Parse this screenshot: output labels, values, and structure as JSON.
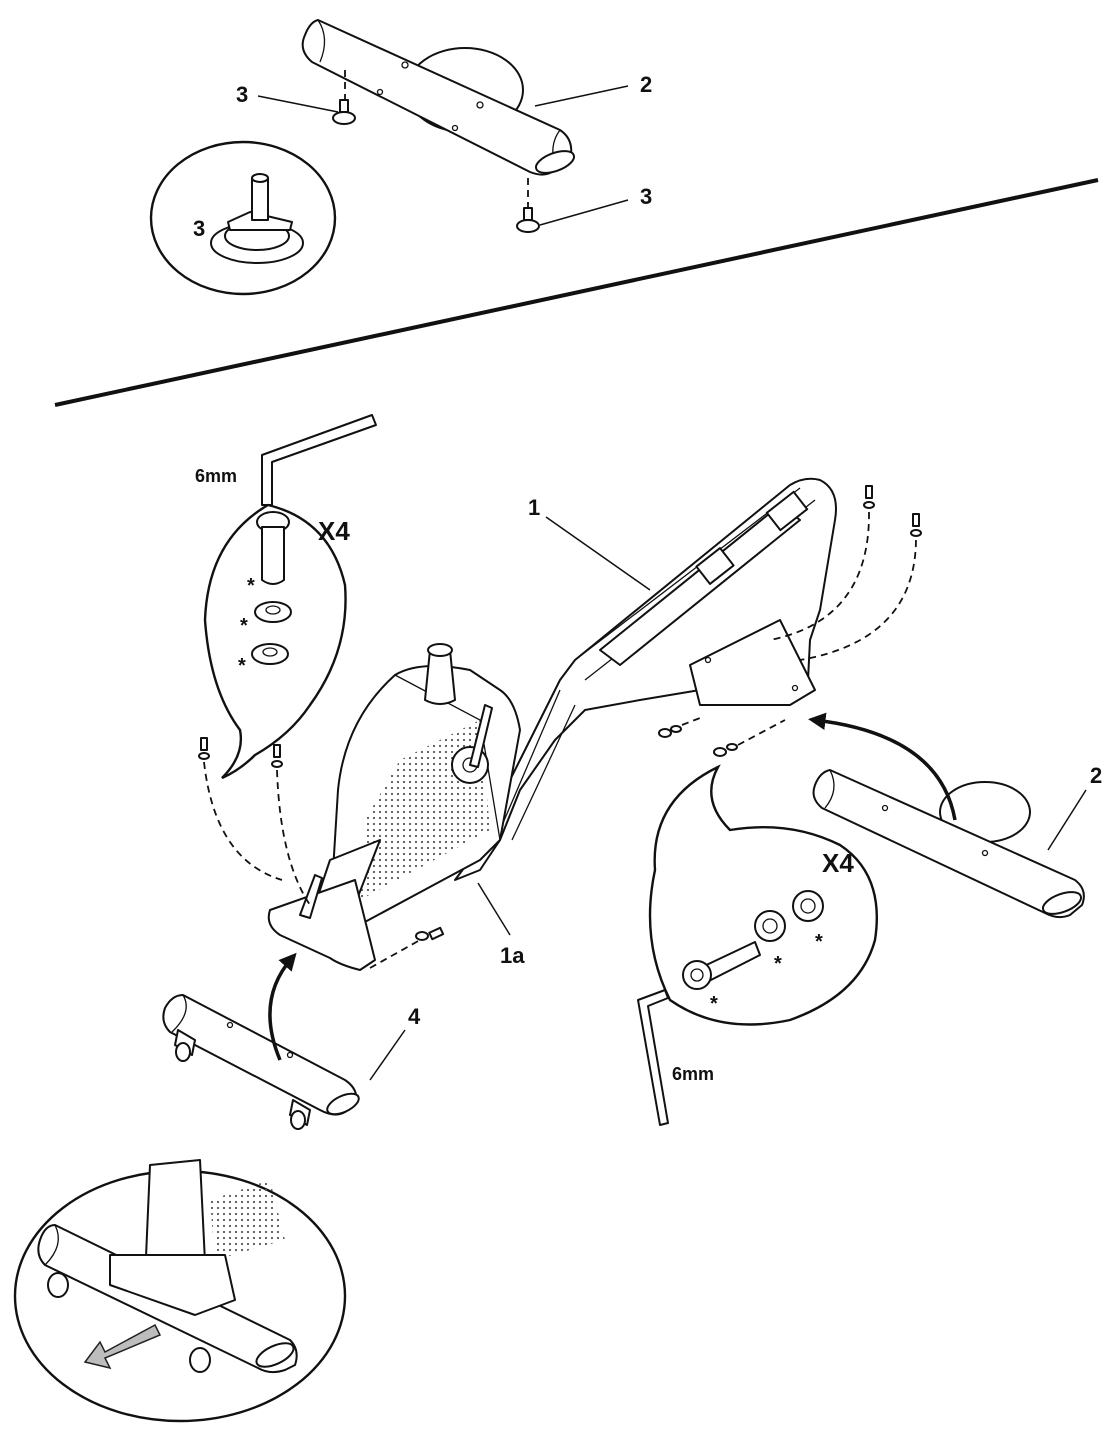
{
  "labels": {
    "frame": "1",
    "frame_sub": "1a",
    "rear_stabilizer": "2",
    "leveler": "3",
    "front_stabilizer": "4",
    "quantity": "X4",
    "tool_size": "6mm",
    "washer_note": "*"
  },
  "colors": {
    "line": "#111111",
    "background": "#ffffff",
    "arrow_fill": "#bdbdbd"
  },
  "icons": [
    "allen-key-icon",
    "bolt-icon",
    "washer-icon",
    "leveler-foot-icon",
    "transport-wheel-icon",
    "direction-arrow-icon"
  ]
}
